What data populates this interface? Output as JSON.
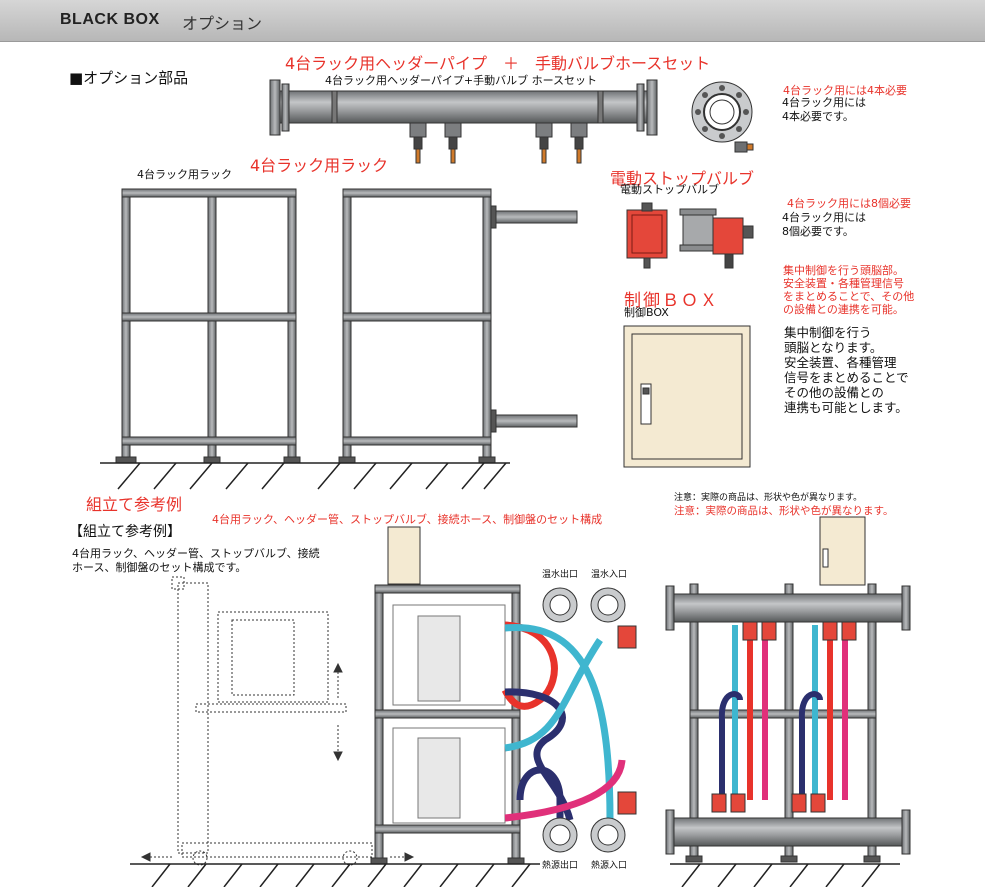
{
  "header": {
    "brand": "BLACK BOX",
    "title": "オプション"
  },
  "section_title": "■オプション部品",
  "header_pipe": {
    "heading": "4台ラック用ヘッダーパイプ　＋　手動バルブホースセット",
    "caption": "4台ラック用ヘッダーパイプ+手動バルブ ホースセット",
    "note_red": "4台ラック用には4本必要",
    "note_lines": [
      "4台ラック用には",
      "4本必要です。"
    ]
  },
  "rack": {
    "heading": "4台ラック用ラック",
    "caption": "4台ラック用ラック"
  },
  "stop_valve": {
    "heading": "電動ストップバルブ",
    "caption": "電動ストップバルブ",
    "note_red": "4台ラック用には8個必要",
    "note_lines": [
      "4台ラック用には",
      "8個必要です。"
    ]
  },
  "control_box": {
    "heading": "制御ＢＯＸ",
    "caption": "制御BOX",
    "note_red": [
      "集中制御を行う頭脳部。",
      "安全装置・各種管理信号",
      "をまとめることで、その他",
      "の設備との連携を可能。"
    ],
    "note_lines": [
      "集中制御を行う",
      "頭脳となります。",
      "安全装置、各種管理",
      "信号をまとめることで",
      "その他の設備との",
      "連携も可能とします。"
    ]
  },
  "assembly": {
    "heading_red": "組立て参考例",
    "heading": "【組立て参考例】",
    "desc_red": "4台用ラック、ヘッダー管、ストップバルブ、接続ホース、制御盤のセット構成",
    "desc_lines": [
      "4台用ラック、ヘッダー管、ストップバルブ、接続",
      "ホース、制御盤のセット構成です。"
    ],
    "notice_black": "注意：実際の商品は、形状や色が異なります。",
    "notice_red": "注意：実際の商品は、形状や色が異なります。",
    "labels": {
      "cold_out": "温水出口",
      "cold_in": "温水入口",
      "hot_out": "熱源出口",
      "hot_in": "熱源入口"
    }
  },
  "colors": {
    "red": "#e8332b",
    "frame": "#8a8c8e",
    "frame_dark": "#4a4a4a",
    "box_beige": "#f4ead2",
    "hose_red": "#e8332b",
    "hose_cyan": "#3fb6cf",
    "hose_navy": "#2b2f6e",
    "hose_pink": "#e0307a",
    "valve_red": "#e4473a"
  }
}
